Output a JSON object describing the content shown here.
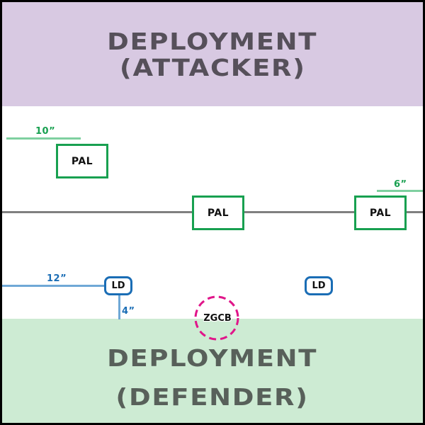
{
  "zones": {
    "attacker": {
      "line1": "DEPLOYMENT",
      "line2": "(ATTACKER)",
      "color": "#d8c9e2"
    },
    "defender": {
      "line1": "DEPLOYMENT",
      "line2": "(DEFENDER)",
      "color": "#cdebd3"
    }
  },
  "objectives": {
    "pal": [
      {
        "label": "PAL"
      },
      {
        "label": "PAL"
      },
      {
        "label": "PAL"
      }
    ],
    "ld": [
      {
        "label": "LD"
      },
      {
        "label": "LD"
      }
    ],
    "zgcb": {
      "label": "ZGCB",
      "color": "#e0168a"
    }
  },
  "measurements": {
    "pal_left_edge": "10”",
    "pal_right_edge": "6”",
    "ld_left_edge": "12”",
    "ld_defender_zone": "4”"
  },
  "colors": {
    "pal_border": "#18a050",
    "ld_border": "#1a6db5",
    "centerline": "#808080"
  }
}
